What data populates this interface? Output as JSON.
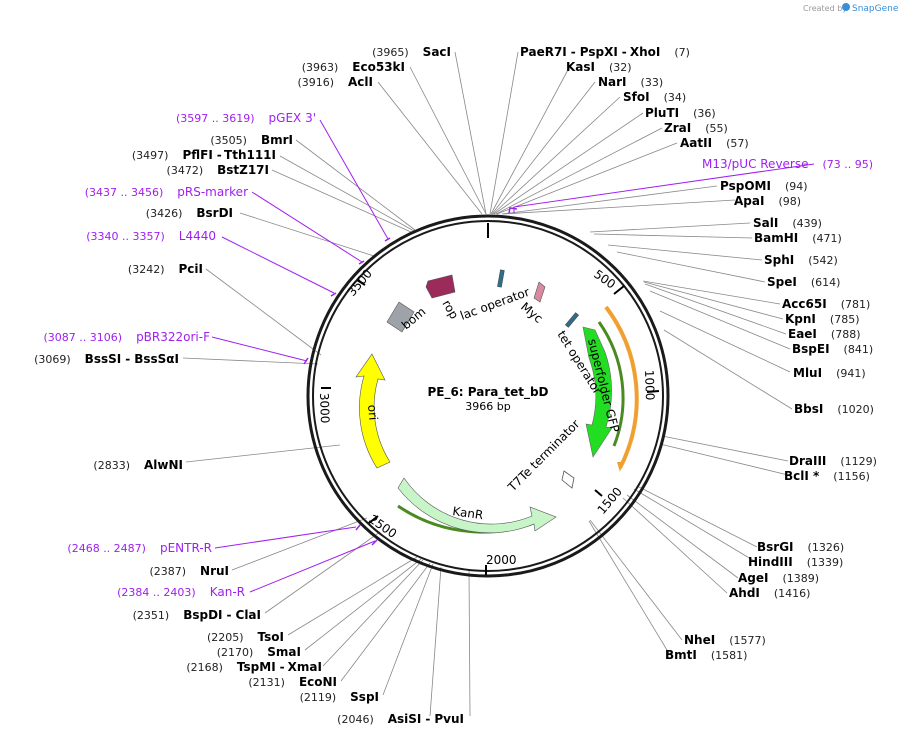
{
  "credit": {
    "created_by": "Created by",
    "brand": "SnapGene"
  },
  "plasmid": {
    "name": "PE_6: Para_tet_bD",
    "size": "3966 bp"
  },
  "ticks": [
    "500",
    "1000",
    "1500",
    "2000",
    "2500",
    "3000",
    "3500"
  ],
  "features": {
    "bom": "bom",
    "rop": "rop",
    "lac_operator": "lac operator",
    "myc": "Myc",
    "tet_operator": "tet operator",
    "superfolder_gfp": "superfolder GFP",
    "t7te_terminator": "T7Te terminator",
    "kanr": "KanR",
    "ori": "ori"
  },
  "sites_right": [
    {
      "name": "PaeR7I",
      "sep": "-",
      "name2": "PspXI",
      "sep2": "-",
      "name3": "XhoI",
      "pos": "(7)"
    },
    {
      "name": "KasI",
      "pos": "(32)"
    },
    {
      "name": "NarI",
      "pos": "(33)"
    },
    {
      "name": "SfoI",
      "pos": "(34)"
    },
    {
      "name": "PluTI",
      "pos": "(36)"
    },
    {
      "name": "ZraI",
      "pos": "(55)"
    },
    {
      "name": "AatII",
      "pos": "(57)"
    },
    {
      "name": "M13/pUC Reverse",
      "pos": "(73 .. 95)",
      "primer": true
    },
    {
      "name": "PspOMI",
      "pos": "(94)"
    },
    {
      "name": "ApaI",
      "pos": "(98)"
    },
    {
      "name": "SalI",
      "pos": "(439)"
    },
    {
      "name": "BamHI",
      "pos": "(471)"
    },
    {
      "name": "SphI",
      "pos": "(542)"
    },
    {
      "name": "SpeI",
      "pos": "(614)"
    },
    {
      "name": "Acc65I",
      "pos": "(781)"
    },
    {
      "name": "KpnI",
      "pos": "(785)"
    },
    {
      "name": "EaeI",
      "pos": "(788)"
    },
    {
      "name": "BspEI",
      "pos": "(841)"
    },
    {
      "name": "MluI",
      "pos": "(941)"
    },
    {
      "name": "BbsI",
      "pos": "(1020)"
    },
    {
      "name": "DraIII",
      "pos": "(1129)"
    },
    {
      "name": "BclI *",
      "pos": "(1156)"
    },
    {
      "name": "BsrGI",
      "pos": "(1326)"
    },
    {
      "name": "HindIII",
      "pos": "(1339)"
    },
    {
      "name": "AgeI",
      "pos": "(1389)"
    },
    {
      "name": "AhdI",
      "pos": "(1416)"
    },
    {
      "name": "NheI",
      "pos": "(1577)"
    },
    {
      "name": "BmtI",
      "pos": "(1581)"
    }
  ],
  "sites_left": [
    {
      "name": "SacI",
      "pos": "(3965)"
    },
    {
      "name": "Eco53kI",
      "pos": "(3963)"
    },
    {
      "name": "AclI",
      "pos": "(3916)"
    },
    {
      "name": "pGEX 3'",
      "pos": "(3597 .. 3619)",
      "primer": true
    },
    {
      "name": "BmrI",
      "pos": "(3505)"
    },
    {
      "name": "PflFI",
      "sep": "-",
      "name2": "Tth111I",
      "pos": "(3497)"
    },
    {
      "name": "BstZ17I",
      "pos": "(3472)"
    },
    {
      "name": "pRS-marker",
      "pos": "(3437 .. 3456)",
      "primer": true
    },
    {
      "name": "BsrDI",
      "pos": "(3426)"
    },
    {
      "name": "L4440",
      "pos": "(3340 .. 3357)",
      "primer": true
    },
    {
      "name": "PciI",
      "pos": "(3242)"
    },
    {
      "name": "pBR322ori-F",
      "pos": "(3087 .. 3106)",
      "primer": true
    },
    {
      "name": "BssSI",
      "sep": "-",
      "name2": "BssSαI",
      "pos": "(3069)"
    },
    {
      "name": "AlwNI",
      "pos": "(2833)"
    },
    {
      "name": "pENTR-R",
      "pos": "(2468 .. 2487)",
      "primer": true
    },
    {
      "name": "NruI",
      "pos": "(2387)"
    },
    {
      "name": "Kan-R",
      "pos": "(2384 .. 2403)",
      "primer": true
    },
    {
      "name": "BspDI",
      "sep": "-",
      "name2": "ClaI",
      "pos": "(2351)"
    },
    {
      "name": "TsoI",
      "pos": "(2205)"
    },
    {
      "name": "SmaI",
      "pos": "(2170)"
    },
    {
      "name": "TspMI",
      "sep": "-",
      "name2": "XmaI",
      "pos": "(2168)"
    },
    {
      "name": "EcoNI",
      "pos": "(2131)"
    },
    {
      "name": "SspI",
      "pos": "(2119)"
    },
    {
      "name": "AsiSI",
      "sep": "-",
      "name2": "PvuI",
      "pos": "(2046)"
    }
  ],
  "colors": {
    "backbone": "#1a1a1a",
    "primer": "#a020f0",
    "gfp": "#22dd22",
    "kanr": "#c8f5c8",
    "ori": "#ffff00",
    "rop": "#9b2b5a",
    "bom": "#9ea3aa",
    "operator": "#2f6d8a",
    "myc": "#d98a9e",
    "terminator": "#ffffff",
    "orange_arc": "#f0a030",
    "green_arc": "#4a8a20"
  }
}
